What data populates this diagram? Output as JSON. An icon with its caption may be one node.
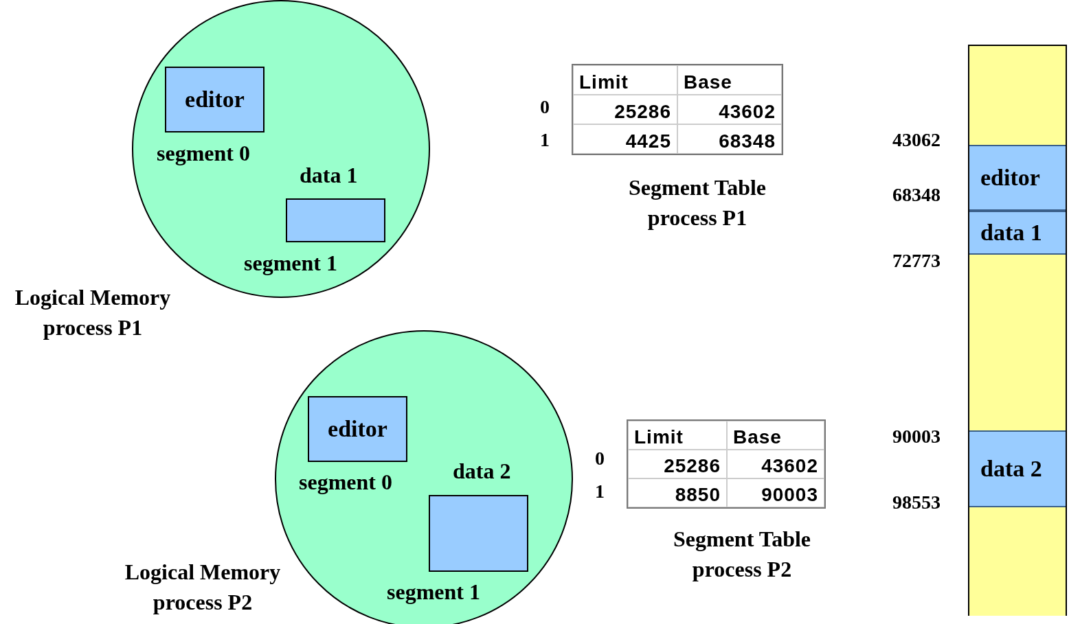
{
  "diagram": {
    "nodes": [
      {
        "text": [],
        "shape": "circle"
      },
      {
        "text": [
          "editor"
        ],
        "in": 0,
        "beside": [
          "segment 0"
        ]
      },
      {
        "text": [],
        "shape": "box",
        "in": 0,
        "beside": [
          "data 1",
          "segment 1"
        ]
      },
      {
        "text": [],
        "shape": "circle"
      },
      {
        "text": [
          "editor"
        ],
        "in": 3,
        "beside": [
          "segment 0"
        ]
      },
      {
        "text": [],
        "shape": "box",
        "in": 3,
        "beside": [
          "data 2",
          "segment 1"
        ]
      },
      {
        "text": [],
        "shape": "bar"
      },
      {
        "text": [],
        "shape": "box",
        "in": 6
      },
      {
        "text": [
          "editor"
        ],
        "in": 6
      },
      {
        "text": [
          "data 1"
        ],
        "in": 6
      },
      {
        "text": [],
        "shape": "box",
        "in": 6
      },
      {
        "text": [
          "data 2"
        ],
        "in": 6
      },
      {
        "text": [],
        "shape": "box",
        "in": 6
      }
    ],
    "labels": [
      "Limit",
      "Base",
      "0",
      "25286",
      "43602",
      "1",
      "4425",
      "68348",
      "Segment Table process P1",
      "43062",
      "68348",
      "72773",
      "Logical Memory process P1",
      "Limit",
      "Base",
      "0",
      "25286",
      "43602",
      "1",
      "8850",
      "90003",
      "90003",
      "98553",
      "Segment Table process P2",
      "Logical Memory process P2"
    ]
  }
}
